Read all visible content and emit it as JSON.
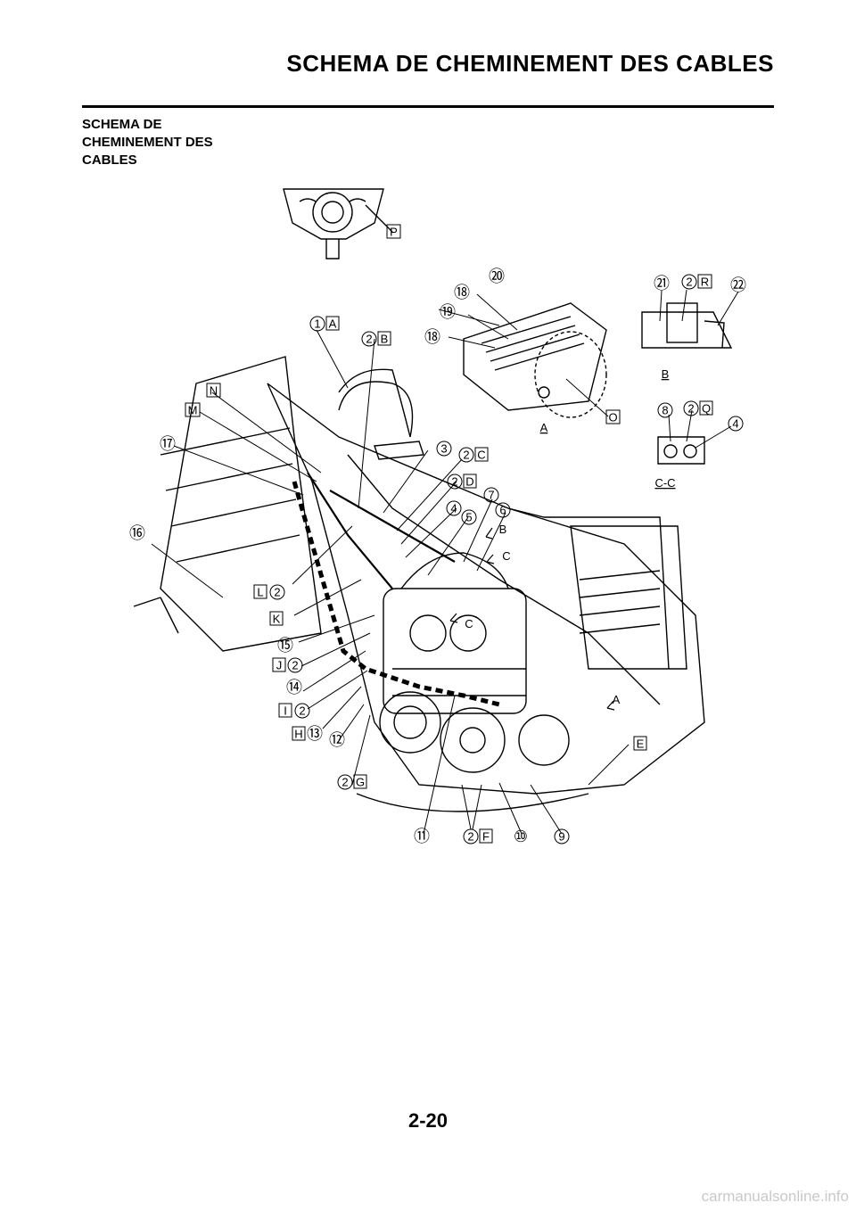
{
  "header": {
    "title": "SCHEMA DE CHEMINEMENT DES CABLES"
  },
  "section": {
    "title": "SCHEMA DE\nCHEMINEMENT DES\nCABLES"
  },
  "diagram": {
    "callouts": [
      {
        "text": "1",
        "letter": "A"
      },
      {
        "text": "2",
        "letter": "B"
      },
      {
        "text": "3"
      },
      {
        "text": "2",
        "letter": "C"
      },
      {
        "text": "2",
        "letter": "D"
      },
      {
        "text": "4"
      },
      {
        "text": "5"
      },
      {
        "text": "6"
      },
      {
        "text": "7"
      },
      {
        "text": "8"
      },
      {
        "text": "2",
        "letter": "Q"
      },
      {
        "text": "4"
      },
      {
        "text": "9"
      },
      {
        "text": "⑩"
      },
      {
        "text": "⑪"
      },
      {
        "text": "2",
        "letter": "F"
      },
      {
        "text": "2",
        "letter": "G"
      },
      {
        "text": "⑫"
      },
      {
        "text": "⑬",
        "letter": "H"
      },
      {
        "text": "2",
        "letter": "I"
      },
      {
        "text": "⑭"
      },
      {
        "text": "2",
        "letter": "J"
      },
      {
        "text": "⑮"
      },
      {
        "text": "K"
      },
      {
        "text": "2",
        "letter": "L"
      },
      {
        "text": "⑯"
      },
      {
        "text": "⑰"
      },
      {
        "text": "M"
      },
      {
        "text": "N"
      },
      {
        "text": "⑱"
      },
      {
        "text": "⑱"
      },
      {
        "text": "⑲"
      },
      {
        "text": "⑳"
      },
      {
        "text": "㉑"
      },
      {
        "text": "2",
        "letter": "R"
      },
      {
        "text": "㉒"
      },
      {
        "text": "O"
      },
      {
        "text": "P"
      },
      {
        "text": "E"
      }
    ],
    "view_labels": {
      "a": "A",
      "b": "B",
      "cc": "C-C"
    },
    "arrow_labels": [
      "A",
      "B",
      "C",
      "C"
    ]
  },
  "footer": {
    "page_number": "2-20",
    "watermark": "carmanualsonline.info"
  }
}
